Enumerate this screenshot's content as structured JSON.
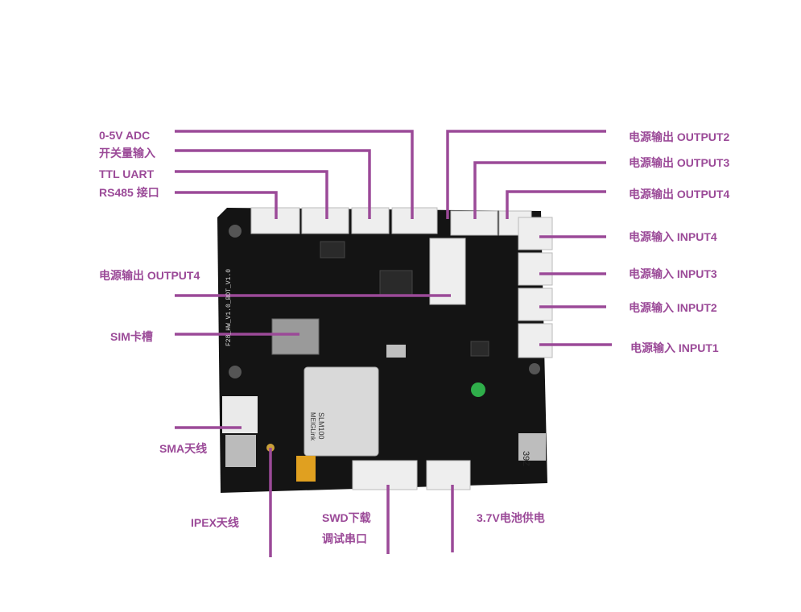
{
  "colors": {
    "accent": "#9b4a98",
    "board": "#141414",
    "connector": "#f0f0f0"
  },
  "labels": {
    "adc": "0-5V ADC",
    "switch_input": "开关量输入",
    "ttl_uart": "TTL UART",
    "rs485": "RS485 接口",
    "output4_left": "电源输出 OUTPUT4",
    "sim_slot": "SIM卡槽",
    "sma_antenna": "SMA天线",
    "ipex_antenna": "IPEX天线",
    "swd_download": "SWD下载",
    "debug_serial": "调试串口",
    "battery_power": "3.7V电池供电",
    "output2": "电源输出 OUTPUT2",
    "output3": "电源输出 OUTPUT3",
    "output4_right": "电源输出 OUTPUT4",
    "input4": "电源输入 INPUT4",
    "input3": "电源输入 INPUT3",
    "input2": "电源输入 INPUT2",
    "input1": "电源输入 INPUT1"
  },
  "board": {
    "side_text": "F28_HW_V1.0_BOT_V1.0",
    "module_text": "SLM100",
    "module_brand": "MEIGLink",
    "board_code": "39Z"
  }
}
